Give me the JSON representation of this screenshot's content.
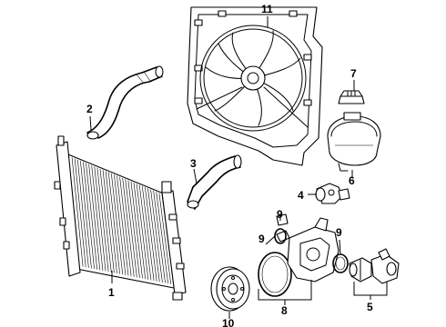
{
  "callouts": {
    "c1": "1",
    "c2": "2",
    "c3": "3",
    "c4": "4",
    "c5": "5",
    "c6": "6",
    "c7": "7",
    "c8": "8",
    "c9a": "9",
    "c9b": "9",
    "c9c": "9",
    "c10": "10",
    "c11": "11"
  }
}
